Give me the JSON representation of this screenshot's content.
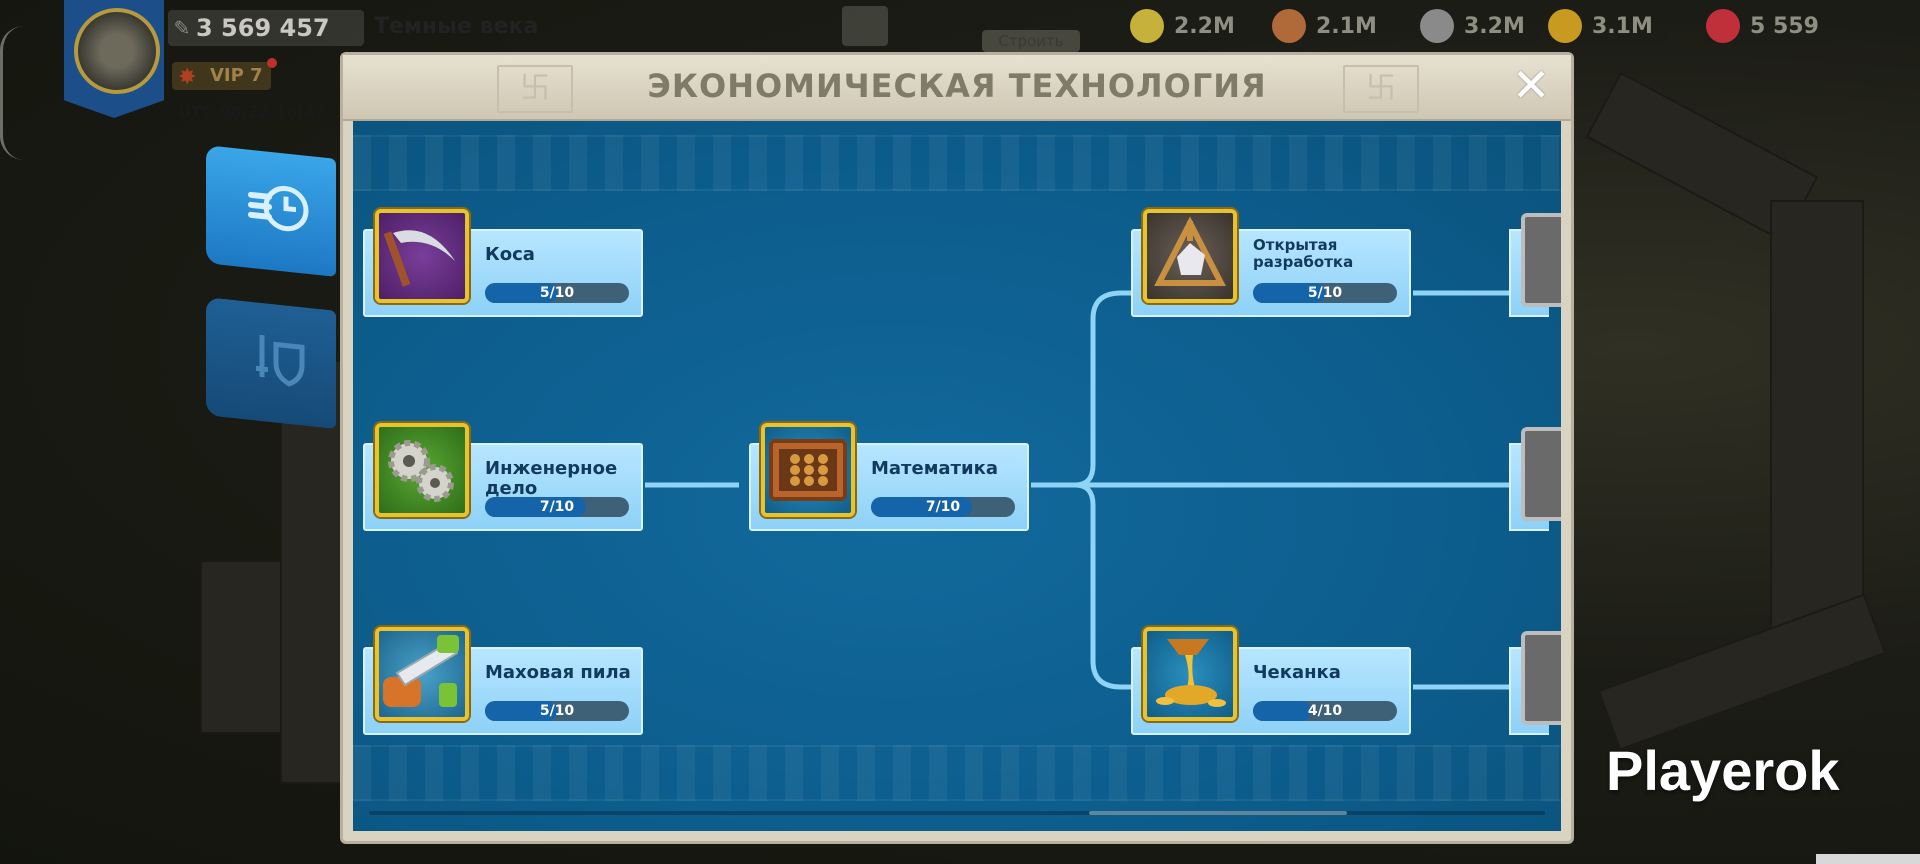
{
  "hud": {
    "power": "3 569 457",
    "era": "Темные века",
    "vip": "VIP 7",
    "time": "UTC 08/22 18:47",
    "build_label": "Строить",
    "resources": [
      {
        "icon": "food-icon",
        "value": "2.2M",
        "color": "#c6b23a"
      },
      {
        "icon": "wood-icon",
        "value": "2.1M",
        "color": "#b06a3a"
      },
      {
        "icon": "stone-icon",
        "value": "3.2M",
        "color": "#8a8a8a"
      },
      {
        "icon": "gold-icon",
        "value": "3.1M",
        "color": "#c89a20"
      },
      {
        "icon": "gem-icon",
        "value": "5 559",
        "color": "#c0303a"
      }
    ]
  },
  "panel": {
    "title": "ЭКОНОМИЧЕСКАЯ ТЕХНОЛОГИЯ",
    "close_icon": "close-icon"
  },
  "techs": {
    "kosa": {
      "name": "Коса",
      "progress": "5/10",
      "level": 5,
      "max": 10
    },
    "engineering": {
      "name": "Инженерное дело",
      "progress": "7/10",
      "level": 7,
      "max": 10
    },
    "saw": {
      "name": "Маховая пила",
      "progress": "5/10",
      "level": 5,
      "max": 10
    },
    "math": {
      "name": "Математика",
      "progress": "7/10",
      "level": 7,
      "max": 10
    },
    "mining": {
      "name": "Открытая разработка",
      "progress": "5/10",
      "level": 5,
      "max": 10
    },
    "minting": {
      "name": "Чеканка",
      "progress": "4/10",
      "level": 4,
      "max": 10
    }
  },
  "watermark": "Playerok",
  "colors": {
    "board": "#0d5e8e",
    "node": "#a6ddfb",
    "connector": "#8fd3f6",
    "icon_border": "#e9c230"
  }
}
